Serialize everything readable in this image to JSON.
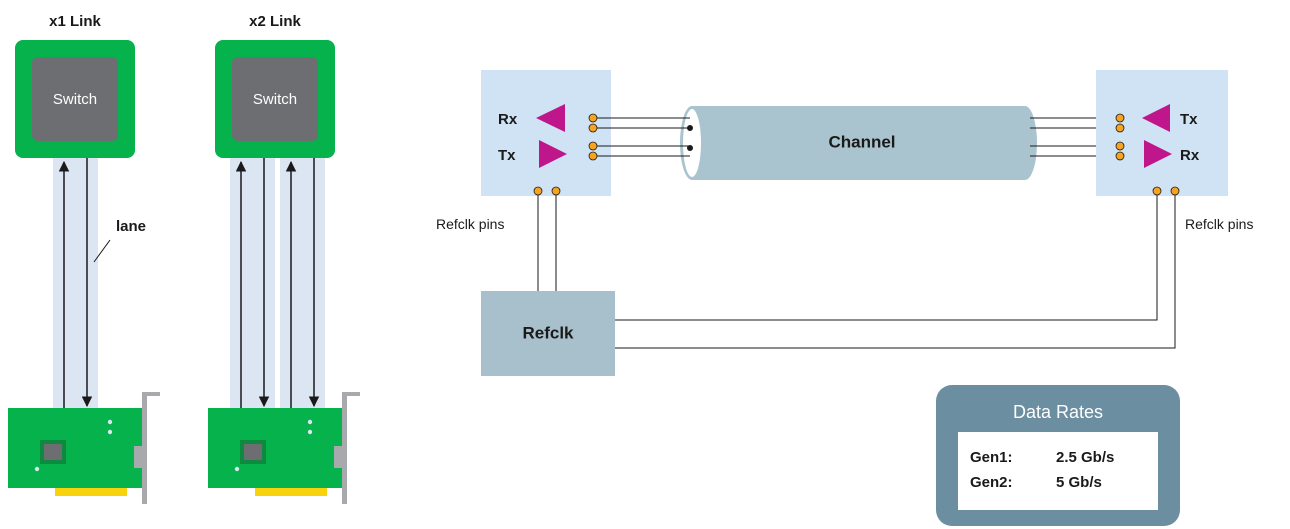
{
  "x1_link": {
    "title": "x1 Link",
    "switch_label": "Switch",
    "lane_label": "lane"
  },
  "x2_link": {
    "title": "x2 Link",
    "switch_label": "Switch"
  },
  "serdes": {
    "left_rx_label": "Rx",
    "left_tx_label": "Tx",
    "right_tx_label": "Tx",
    "right_rx_label": "Rx",
    "channel_label": "Channel",
    "left_refclk_pins_label": "Refclk pins",
    "right_refclk_pins_label": "Refclk pins",
    "refclk_label": "Refclk"
  },
  "data_rates": {
    "title": "Data Rates",
    "rows": [
      {
        "gen": "Gen1:",
        "rate": "2.5 Gb/s"
      },
      {
        "gen": "Gen2:",
        "rate": "5 Gb/s"
      }
    ]
  },
  "colors": {
    "board_green": "#05b24b",
    "switch_gray": "#6d6e71",
    "lane_blue": "#dce6f2",
    "serdes_blue": "#cfe3f4",
    "channel_blue": "#a9c3cf",
    "refclk_blue": "#a8bfcc",
    "triangle_magenta": "#c0168c",
    "pin_orange": "#f6a321",
    "connector_yellow": "#f8d20d",
    "bracket_gray": "#a7a9ac",
    "data_rates_bg": "#6b8ea1"
  }
}
